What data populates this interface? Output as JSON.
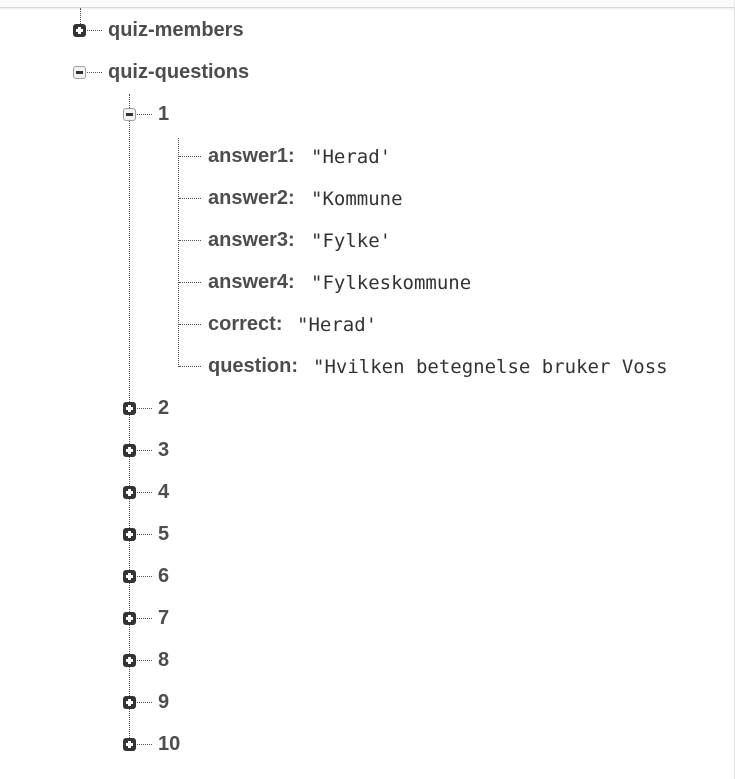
{
  "tree": {
    "members_label": "quiz-members",
    "questions_label": "quiz-questions",
    "node1_label": "1",
    "fields": [
      {
        "key": "answer1:",
        "value": "\"Herad'"
      },
      {
        "key": "answer2:",
        "value": "\"Kommune"
      },
      {
        "key": "answer3:",
        "value": "\"Fylke'"
      },
      {
        "key": "answer4:",
        "value": "\"Fylkeskommune"
      },
      {
        "key": "correct:",
        "value": "\"Herad'"
      },
      {
        "key": "question:",
        "value": "\"Hvilken betegnelse bruker Voss"
      }
    ],
    "collapsed_nodes": [
      "2",
      "3",
      "4",
      "5",
      "6",
      "7",
      "8",
      "9",
      "10"
    ]
  },
  "colors": {
    "line": "#555555",
    "plus_button": "#333333",
    "text": "#4d4d4d"
  }
}
